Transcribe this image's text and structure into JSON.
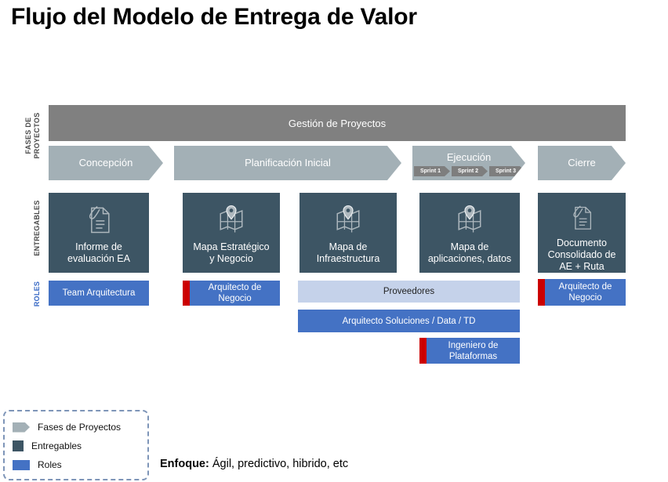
{
  "title": "Flujo del Modelo de Entrega de Valor",
  "colors": {
    "phase": "#a3b0b6",
    "management_bar": "#808080",
    "sprint": "#7e7e7e",
    "deliverable": "#3d5564",
    "role_blue": "#4472c4",
    "role_light": "#c5d2ea",
    "role_accent_red": "#cc0000",
    "legend_border": "#7e95b8",
    "roles_label": "#3466c4"
  },
  "row_labels": {
    "phases": "FASES DE\nPROYECTOS",
    "deliverables": "ENTREGABLES",
    "roles": "ROLES"
  },
  "management_bar": {
    "label": "Gestión de Proyectos"
  },
  "phases": [
    {
      "label": "Concepción",
      "sprints": []
    },
    {
      "label": "Planificación Inicial",
      "sprints": []
    },
    {
      "label": "Ejecución",
      "sprints": [
        "Sprint 1",
        "Sprint 2",
        "Sprint 3"
      ]
    },
    {
      "label": "Cierre",
      "sprints": []
    }
  ],
  "deliverables": [
    {
      "label": "Informe de\nevaluación EA",
      "icon": "document-icon"
    },
    {
      "label": "Mapa Estratégico\ny Negocio",
      "icon": "map-pin-icon"
    },
    {
      "label": "Mapa de\nInfraestructura",
      "icon": "map-pin-icon"
    },
    {
      "label": "Mapa de\naplicaciones, datos",
      "icon": "map-pin-icon"
    },
    {
      "label": "Documento\nConsolidado de\nAE + Ruta",
      "icon": "document-icon"
    }
  ],
  "roles": [
    {
      "label": "Team Arquitectura",
      "style": "blue",
      "accent": false
    },
    {
      "label": "Arquitecto de Negocio",
      "style": "blue",
      "accent": true
    },
    {
      "label": "Proveedores",
      "style": "light",
      "accent": false
    },
    {
      "label": "Arquitecto de\nNegocio",
      "style": "blue",
      "accent": true
    },
    {
      "label": "Arquitecto Soluciones / Data / TD",
      "style": "blue",
      "accent": false
    },
    {
      "label": "Ingeniero de\nPlataformas",
      "style": "blue",
      "accent": true
    }
  ],
  "legend": {
    "items": [
      {
        "label": "Fases de Proyectos",
        "swatch": "phase-arrow-swatch"
      },
      {
        "label": "Entregables",
        "swatch": "deliverable-square-swatch"
      },
      {
        "label": "Roles",
        "swatch": "role-bar-swatch"
      }
    ]
  },
  "footnote": {
    "bold": "Enfoque:",
    "rest": " Ágil, predictivo, hibrido, etc"
  }
}
